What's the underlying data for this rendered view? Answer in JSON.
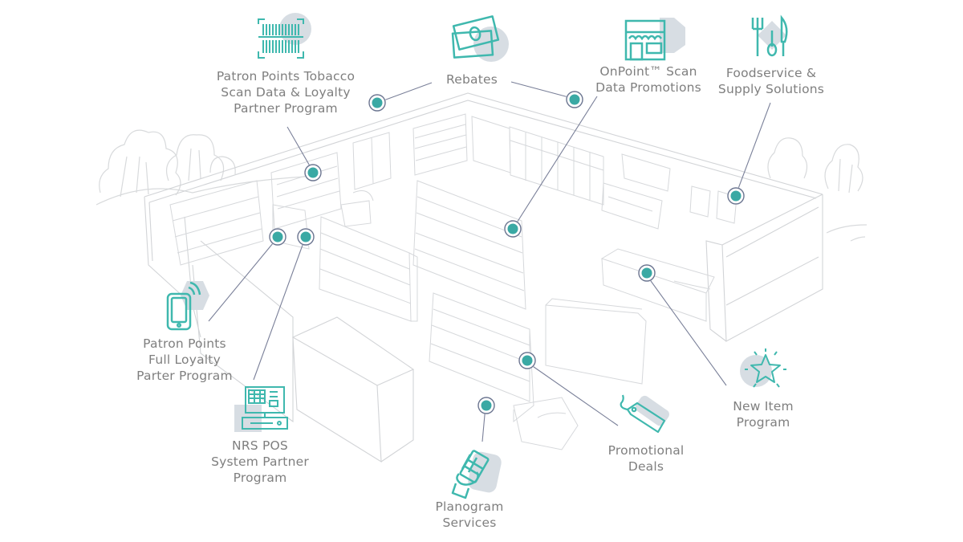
{
  "diagram": {
    "title": "Convenience store services map",
    "colors": {
      "accent": "#3fb8ae",
      "hotspot_fill": "#3aa9a4",
      "hotspot_ring": "#6b7590",
      "leader_line": "#7a8099",
      "label_text": "#7f7f7f",
      "icon_backdrop": "#d7dde3",
      "sketch": "#d4d6d9"
    },
    "callouts": [
      {
        "id": "tobacco-loyalty",
        "icon": "barcode-scan-icon",
        "lines": [
          "Patron Points Tobacco",
          "Scan Data & Loyalty",
          "Partner Program"
        ]
      },
      {
        "id": "rebates",
        "icon": "money-bills-icon",
        "lines": [
          "Rebates"
        ]
      },
      {
        "id": "onpoint",
        "icon": "storefront-icon",
        "lines": [
          "OnPoint™ Scan",
          "Data Promotions"
        ]
      },
      {
        "id": "foodservice",
        "icon": "fork-knife-spoon-icon",
        "lines": [
          "Foodservice &",
          "Supply Solutions"
        ]
      },
      {
        "id": "full-loyalty",
        "icon": "mobile-phone-icon",
        "lines": [
          "Patron Points",
          "Full Loyalty",
          "Parter Program"
        ]
      },
      {
        "id": "nrs-pos",
        "icon": "pos-terminal-icon",
        "lines": [
          "NRS POS",
          "System Partner",
          "Program"
        ]
      },
      {
        "id": "planogram",
        "icon": "planogram-hand-icon",
        "lines": [
          "Planogram",
          "Services"
        ]
      },
      {
        "id": "promotional",
        "icon": "price-tag-icon",
        "lines": [
          "Promotional",
          "Deals"
        ]
      },
      {
        "id": "new-item",
        "icon": "sparkle-star-icon",
        "lines": [
          "New Item",
          "Program"
        ]
      }
    ]
  }
}
